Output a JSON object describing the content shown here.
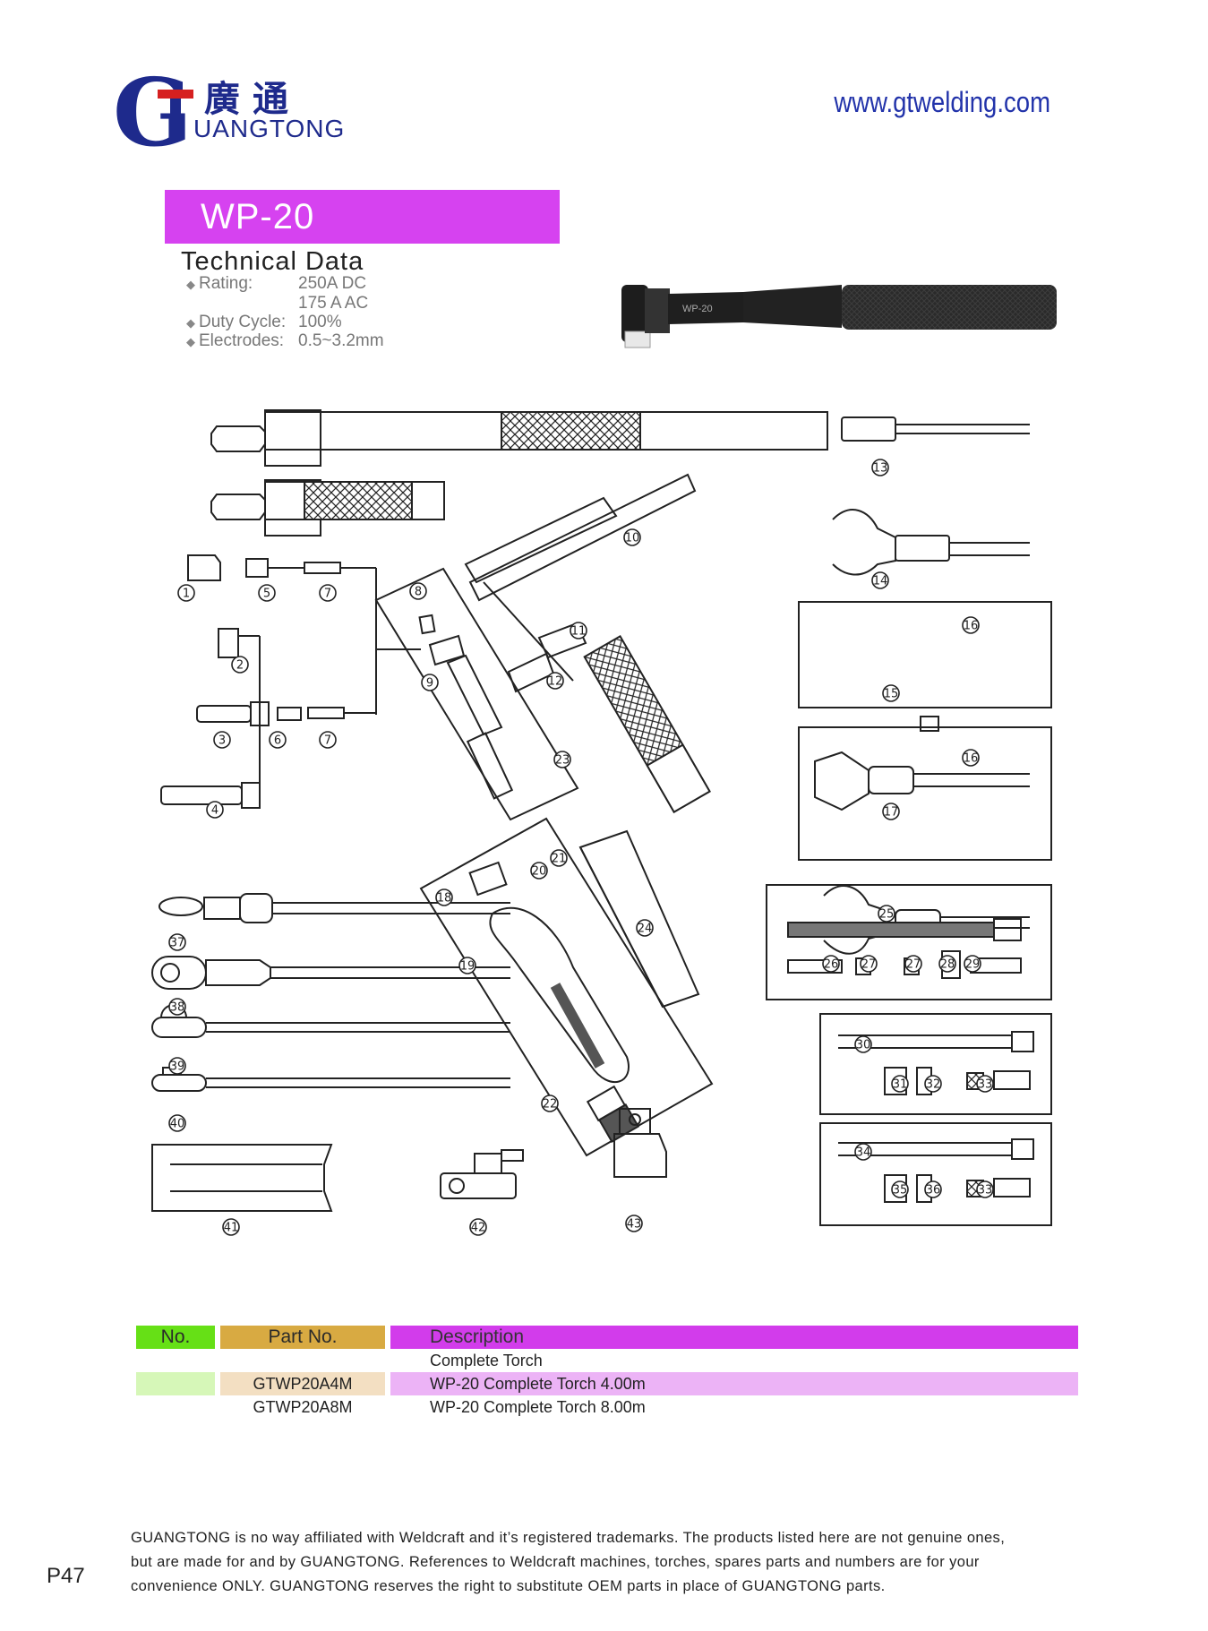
{
  "header": {
    "logo_letter": "G",
    "logo_cn": "廣通",
    "logo_en": "UANGTONG",
    "website": "www.gtwelding.com"
  },
  "title": "WP-20",
  "technical_data": {
    "heading": "Technical Data",
    "rating_label": "Rating:",
    "rating_dc": "250A  DC",
    "rating_ac": "175 A  AC",
    "duty_label": "Duty Cycle:",
    "duty_value": "100%",
    "electrodes_label": "Electrodes:",
    "electrodes_value": "0.5~3.2mm"
  },
  "torch_body_label": "WP-20",
  "callouts": [
    "1",
    "2",
    "3",
    "4",
    "5",
    "6",
    "7",
    "7",
    "8",
    "9",
    "10",
    "11",
    "12",
    "13",
    "14",
    "15",
    "16",
    "16",
    "17",
    "18",
    "19",
    "20",
    "21",
    "22",
    "23",
    "24",
    "25",
    "26",
    "27",
    "27",
    "28",
    "29",
    "30",
    "31",
    "32",
    "33",
    "34",
    "35",
    "36",
    "33",
    "37",
    "38",
    "39",
    "40",
    "41",
    "42",
    "43"
  ],
  "table": {
    "headers": {
      "no": "No.",
      "part": "Part No.",
      "desc": "Description"
    },
    "rows": [
      {
        "no": "",
        "part": "",
        "desc": "Complete Torch"
      },
      {
        "no": "",
        "part": "GTWP20A4M",
        "desc": "WP-20 Complete Torch 4.00m"
      },
      {
        "no": "",
        "part": "GTWP20A8M",
        "desc": "WP-20 Complete Torch 8.00m"
      }
    ]
  },
  "footer": {
    "disclaimer_1": "GUANGTONG is no way affiliated with Weldcraft and it’s registered trademarks. The products listed here are not genuine ones,",
    "disclaimer_2": "but are made for and by GUANGTONG. References to Weldcraft machines, torches, spares parts and numbers are for your",
    "disclaimer_3": "convenience ONLY. GUANGTONG reserves the right to substitute OEM parts in place of GUANGTONG parts.",
    "page": "P47"
  },
  "colors": {
    "brand_blue": "#1e2a8c",
    "banner_magenta": "#d642f0",
    "header_no": "#66e016",
    "header_part": "#d8aa42",
    "header_desc": "#d23ceb"
  }
}
